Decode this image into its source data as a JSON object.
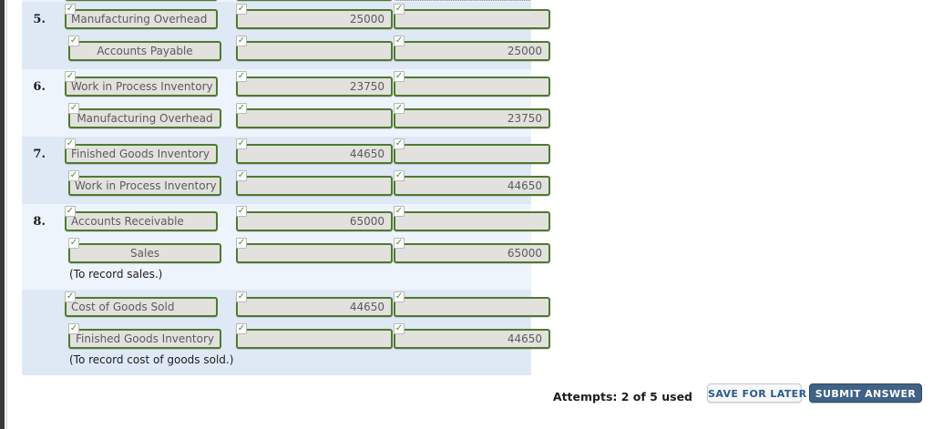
{
  "journal": {
    "shade_pattern": [
      "a",
      "b",
      "a",
      "b",
      "a"
    ],
    "groups": [
      {
        "number": "5.",
        "shade": "a",
        "lines": [
          {
            "account": "Manufacturing Overhead",
            "indent": false,
            "debit": "25000",
            "credit": ""
          },
          {
            "account": "Accounts Payable",
            "indent": true,
            "debit": "",
            "credit": "25000"
          }
        ],
        "memo": ""
      },
      {
        "number": "6.",
        "shade": "b",
        "lines": [
          {
            "account": "Work in Process Inventory",
            "indent": false,
            "debit": "23750",
            "credit": ""
          },
          {
            "account": "Manufacturing Overhead",
            "indent": true,
            "debit": "",
            "credit": "23750"
          }
        ],
        "memo": ""
      },
      {
        "number": "7.",
        "shade": "a",
        "lines": [
          {
            "account": "Finished Goods Inventory",
            "indent": false,
            "debit": "44650",
            "credit": ""
          },
          {
            "account": "Work in Process Inventory",
            "indent": true,
            "debit": "",
            "credit": "44650"
          }
        ],
        "memo": ""
      },
      {
        "number": "8.",
        "shade": "b",
        "lines": [
          {
            "account": "Accounts Receivable",
            "indent": false,
            "debit": "65000",
            "credit": ""
          },
          {
            "account": "Sales",
            "indent": true,
            "debit": "",
            "credit": "65000"
          }
        ],
        "memo": "(To record sales.)"
      },
      {
        "number": "",
        "shade": "a",
        "lines": [
          {
            "account": "Cost of Goods Sold",
            "indent": false,
            "debit": "44650",
            "credit": ""
          },
          {
            "account": "Finished Goods Inventory",
            "indent": true,
            "debit": "",
            "credit": "44650"
          }
        ],
        "memo": "(To record cost of goods sold.)"
      }
    ],
    "check_glyph": "✓"
  },
  "footer": {
    "attempts_text": "Attempts: 2 of 5 used",
    "save_label": "SAVE FOR LATER",
    "submit_label": "SUBMIT ANSWER"
  },
  "colors": {
    "field_border": "#4e7a2f",
    "field_fill": "#e3e1de",
    "row_shade_a": "#dfe9f5",
    "row_shade_b": "#eef4fb",
    "submit_bg": "#3f6286",
    "save_text": "#2a5b8c",
    "check": "#4e8f2f"
  }
}
